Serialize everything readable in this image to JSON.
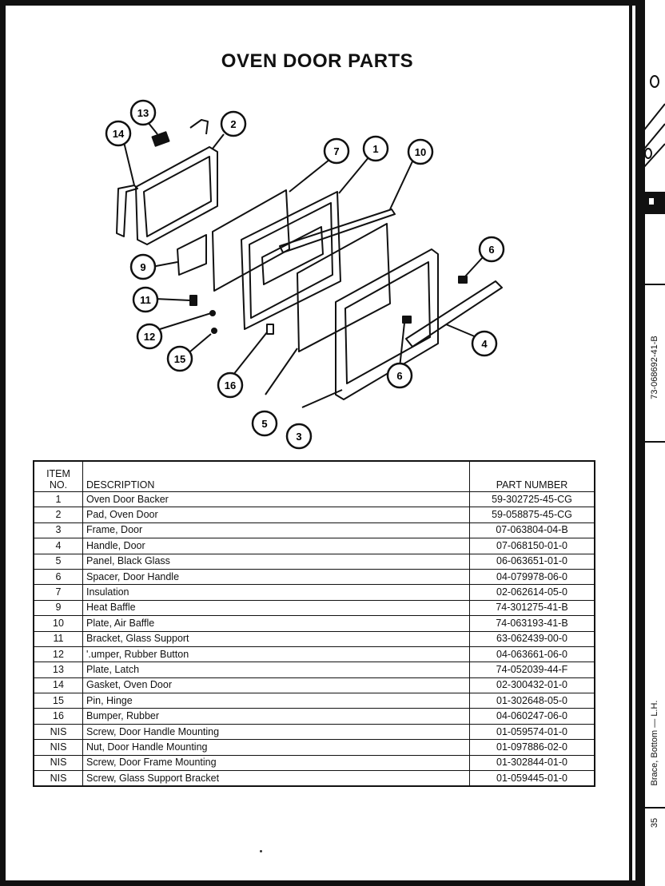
{
  "page": {
    "title": "OVEN DOOR PARTS",
    "side_code": "73-068692-41-B",
    "side_caption": "Brace, Bottom — L.H.",
    "page_number": "35"
  },
  "diagram": {
    "callouts": [
      "1",
      "2",
      "3",
      "4",
      "5",
      "6",
      "6",
      "7",
      "9",
      "10",
      "11",
      "12",
      "13",
      "14",
      "15",
      "16"
    ]
  },
  "table": {
    "headers": {
      "item": "ITEM NO.",
      "description": "DESCRIPTION",
      "part_number": "PART NUMBER"
    },
    "rows": [
      {
        "item": "1",
        "description": "Oven Door Backer",
        "part_number": "59-302725-45-CG"
      },
      {
        "item": "2",
        "description": "Pad, Oven Door",
        "part_number": "59-058875-45-CG"
      },
      {
        "item": "3",
        "description": "Frame, Door",
        "part_number": "07-063804-04-B"
      },
      {
        "item": "4",
        "description": "Handle, Door",
        "part_number": "07-068150-01-0"
      },
      {
        "item": "5",
        "description": "Panel, Black Glass",
        "part_number": "06-063651-01-0"
      },
      {
        "item": "6",
        "description": "Spacer, Door Handle",
        "part_number": "04-079978-06-0"
      },
      {
        "item": "7",
        "description": "Insulation",
        "part_number": "02-062614-05-0"
      },
      {
        "item": "9",
        "description": "Heat Baffle",
        "part_number": "74-301275-41-B"
      },
      {
        "item": "10",
        "description": "Plate, Air Baffle",
        "part_number": "74-063193-41-B"
      },
      {
        "item": "11",
        "description": "Bracket, Glass Support",
        "part_number": "63-062439-00-0"
      },
      {
        "item": "12",
        "description": "'.umper, Rubber Button",
        "part_number": "04-063661-06-0"
      },
      {
        "item": "13",
        "description": "Plate, Latch",
        "part_number": "74-052039-44-F"
      },
      {
        "item": "14",
        "description": "Gasket, Oven Door",
        "part_number": "02-300432-01-0"
      },
      {
        "item": "15",
        "description": "Pin, Hinge",
        "part_number": "01-302648-05-0"
      },
      {
        "item": "16",
        "description": "Bumper, Rubber",
        "part_number": "04-060247-06-0"
      },
      {
        "item": "NIS",
        "description": "Screw, Door Handle Mounting",
        "part_number": "01-059574-01-0"
      },
      {
        "item": "NIS",
        "description": "Nut, Door Handle Mounting",
        "part_number": "01-097886-02-0"
      },
      {
        "item": "NIS",
        "description": "Screw, Door Frame Mounting",
        "part_number": "01-302844-01-0"
      },
      {
        "item": "NIS",
        "description": "Screw, Glass Support Bracket",
        "part_number": "01-059445-01-0"
      }
    ]
  }
}
